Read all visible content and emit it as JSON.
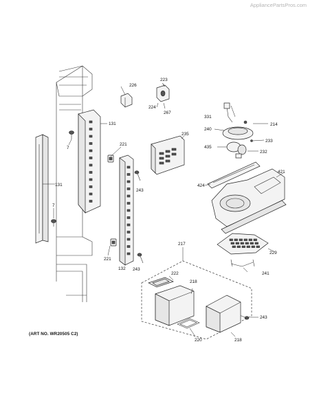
{
  "watermark": "AppliancePartsPros.com",
  "art_number": "(ART NO. WR20505 C2)",
  "callouts": {
    "c226": "226",
    "c223": "223",
    "c224": "224",
    "c267": "267",
    "c331": "331",
    "c214": "214",
    "c240": "240",
    "c233": "233",
    "c435": "435",
    "c232": "232",
    "c131a": "131",
    "c131b": "131",
    "c7a": "7",
    "c7b": "7",
    "c235": "235",
    "c221a": "221",
    "c221b": "221",
    "c243a": "243",
    "c243b": "243",
    "c243c": "243",
    "c421": "421",
    "c424": "424",
    "c132": "132",
    "c229": "229",
    "c241": "241",
    "c217": "217",
    "c222": "222",
    "c218a": "218",
    "c218b": "218",
    "c220": "220"
  }
}
